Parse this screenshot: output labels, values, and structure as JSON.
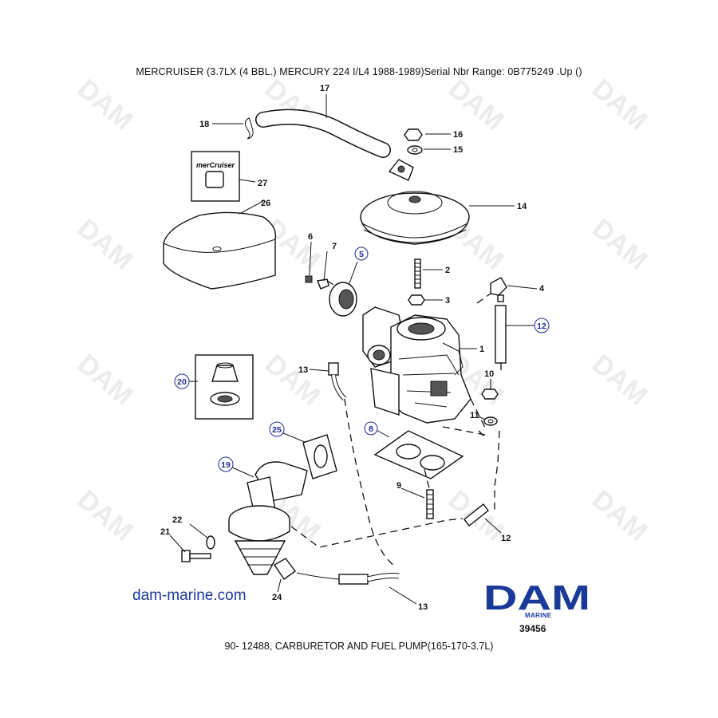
{
  "header": {
    "title": "MERCRUISER (3.7LX (4 BBL.)  MERCURY 224 I/L4  1988-1989)Serial Nbr Range: 0B775249 .Up ()"
  },
  "footer": {
    "caption": "90- 12488, CARBURETOR AND FUEL PUMP(165-170-3.7L)"
  },
  "site": {
    "url_text": "dam-marine.com"
  },
  "brand": {
    "logo_text": "DAM",
    "sub_text": "MARINE",
    "figure_number": "39456",
    "color": "#1a3a9a"
  },
  "watermark": {
    "text": "DAM"
  },
  "decal": {
    "text": "merCruiser"
  },
  "callouts": {
    "c1": "1",
    "c2": "2",
    "c3": "3",
    "c4": "4",
    "c5": "5",
    "c6": "6",
    "c7": "7",
    "c8": "8",
    "c9": "9",
    "c10": "10",
    "c11": "11",
    "c12a": "12",
    "c12b": "12",
    "c13a": "13",
    "c13b": "13",
    "c14": "14",
    "c15": "15",
    "c16": "16",
    "c17": "17",
    "c18": "18",
    "c19": "19",
    "c20": "20",
    "c21": "21",
    "c22": "22",
    "c24": "24",
    "c25": "25",
    "c26": "26",
    "c27": "27"
  }
}
